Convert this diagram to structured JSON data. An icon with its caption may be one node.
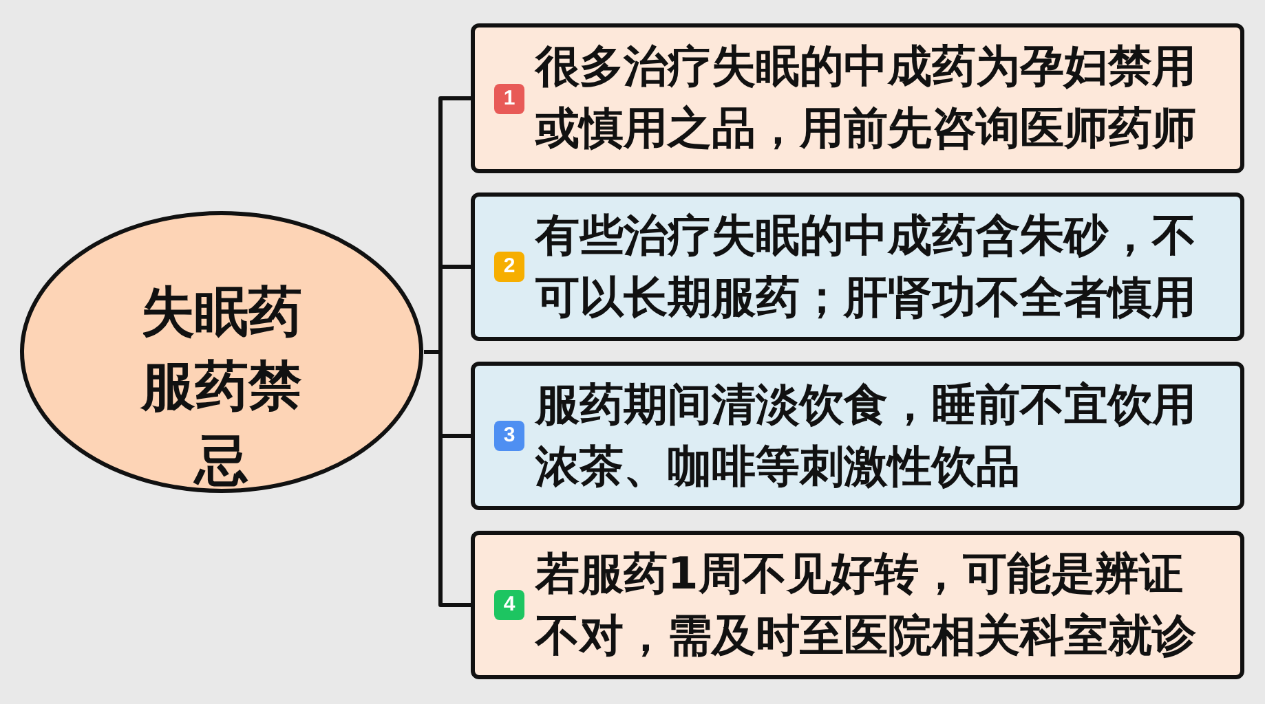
{
  "diagram": {
    "nodes": [
      {
        "text": [
          "失眠药服药禁忌"
        ]
      },
      {
        "text": [
          "1",
          "很多治疗失眠的中成药为孕妇禁用或慎用之品，用前先咨询医师药师"
        ]
      },
      {
        "text": [
          "2",
          "有些治疗失眠的中成药含朱砂，不可以长期服药；肝肾功不全者慎用"
        ]
      },
      {
        "text": [
          "3",
          "服药期间清淡饮食，睡前不宜饮用浓茶、咖啡等刺激性饮品"
        ]
      },
      {
        "text": [
          "4",
          "若服药1周不见好转，可能是辨证不对，需及时至医院相关科室就诊"
        ]
      }
    ],
    "edges": [
      {
        "from": 0,
        "to": 1,
        "arrow": "none"
      },
      {
        "from": 0,
        "to": 2,
        "arrow": "none"
      },
      {
        "from": 0,
        "to": 3,
        "arrow": "none"
      },
      {
        "from": 0,
        "to": 4,
        "arrow": "none"
      }
    ]
  }
}
